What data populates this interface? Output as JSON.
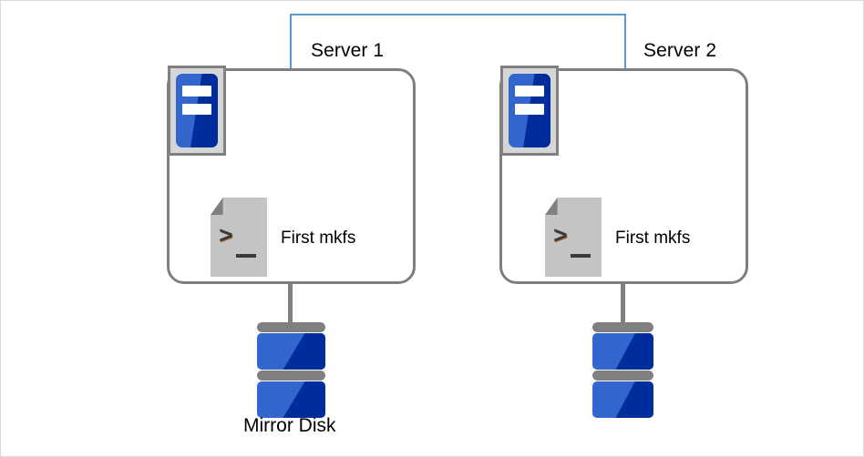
{
  "diagram": {
    "title_hidden": "",
    "colors": {
      "network_link": "#5b9bd5",
      "box_border": "#7f7f7f",
      "icon_blue_light": "#3366cc",
      "icon_blue_dark": "#002d9c",
      "icon_gray": "#c4c4c4",
      "connector_gray": "#808080",
      "text": "#000000",
      "page_border": "#d9d9d9",
      "background": "#ffffff"
    },
    "nodes": [
      {
        "id": "server-1",
        "label": "Server 1",
        "machine_icon": "server-icon",
        "action_icon": "terminal-script-icon",
        "action_label": "First mkfs",
        "storage": {
          "icon": "disk-stack-icon",
          "label": "Mirror Disk"
        }
      },
      {
        "id": "server-2",
        "label": "Server 2",
        "machine_icon": "server-icon",
        "action_icon": "terminal-script-icon",
        "action_label": "First mkfs",
        "storage": {
          "icon": "disk-stack-icon",
          "label": ""
        }
      }
    ],
    "connections": [
      {
        "id": "interconnect",
        "from": "server-1",
        "to": "server-2",
        "style": "blue-bracket",
        "label": ""
      },
      {
        "id": "disk-link-1",
        "from": "server-1",
        "to": "disk-1",
        "style": "gray-line",
        "label": ""
      },
      {
        "id": "disk-link-2",
        "from": "server-2",
        "to": "disk-2",
        "style": "gray-line",
        "label": ""
      }
    ],
    "glyphs": {
      "prompt": ">",
      "cursor": ""
    }
  }
}
